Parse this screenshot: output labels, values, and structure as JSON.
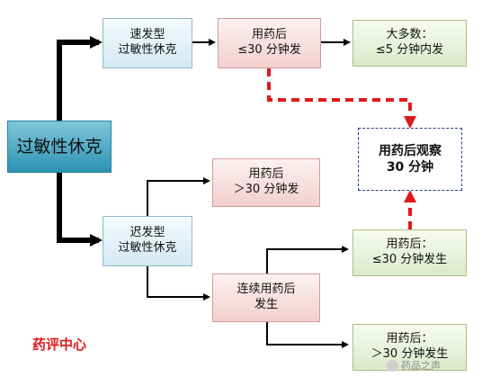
{
  "nodes": {
    "main": "过敏性休克",
    "fast_type": [
      "速发型",
      "过敏性休克"
    ],
    "fast_after": [
      "用药后",
      "≤30 分钟发"
    ],
    "fast_majority": [
      "大多数：",
      "≤5 分钟内发"
    ],
    "observe": [
      "用药后观察",
      "30 分钟"
    ],
    "slow_type": [
      "迟发型",
      "过敏性休克"
    ],
    "slow_after": [
      "用药后",
      "＞30 分钟发"
    ],
    "continuous": [
      "连续用药后",
      "发生"
    ],
    "cont_le": [
      "用药后：",
      "≤30 分钟发生"
    ],
    "cont_gt": [
      "用药后：",
      "＞30 分钟发生"
    ]
  },
  "footer_label": "药评中心",
  "watermark": "药品之声",
  "colors": {
    "arrow": "#000000",
    "dashed_arrow": "#e0191b",
    "label": "#e0191b"
  }
}
